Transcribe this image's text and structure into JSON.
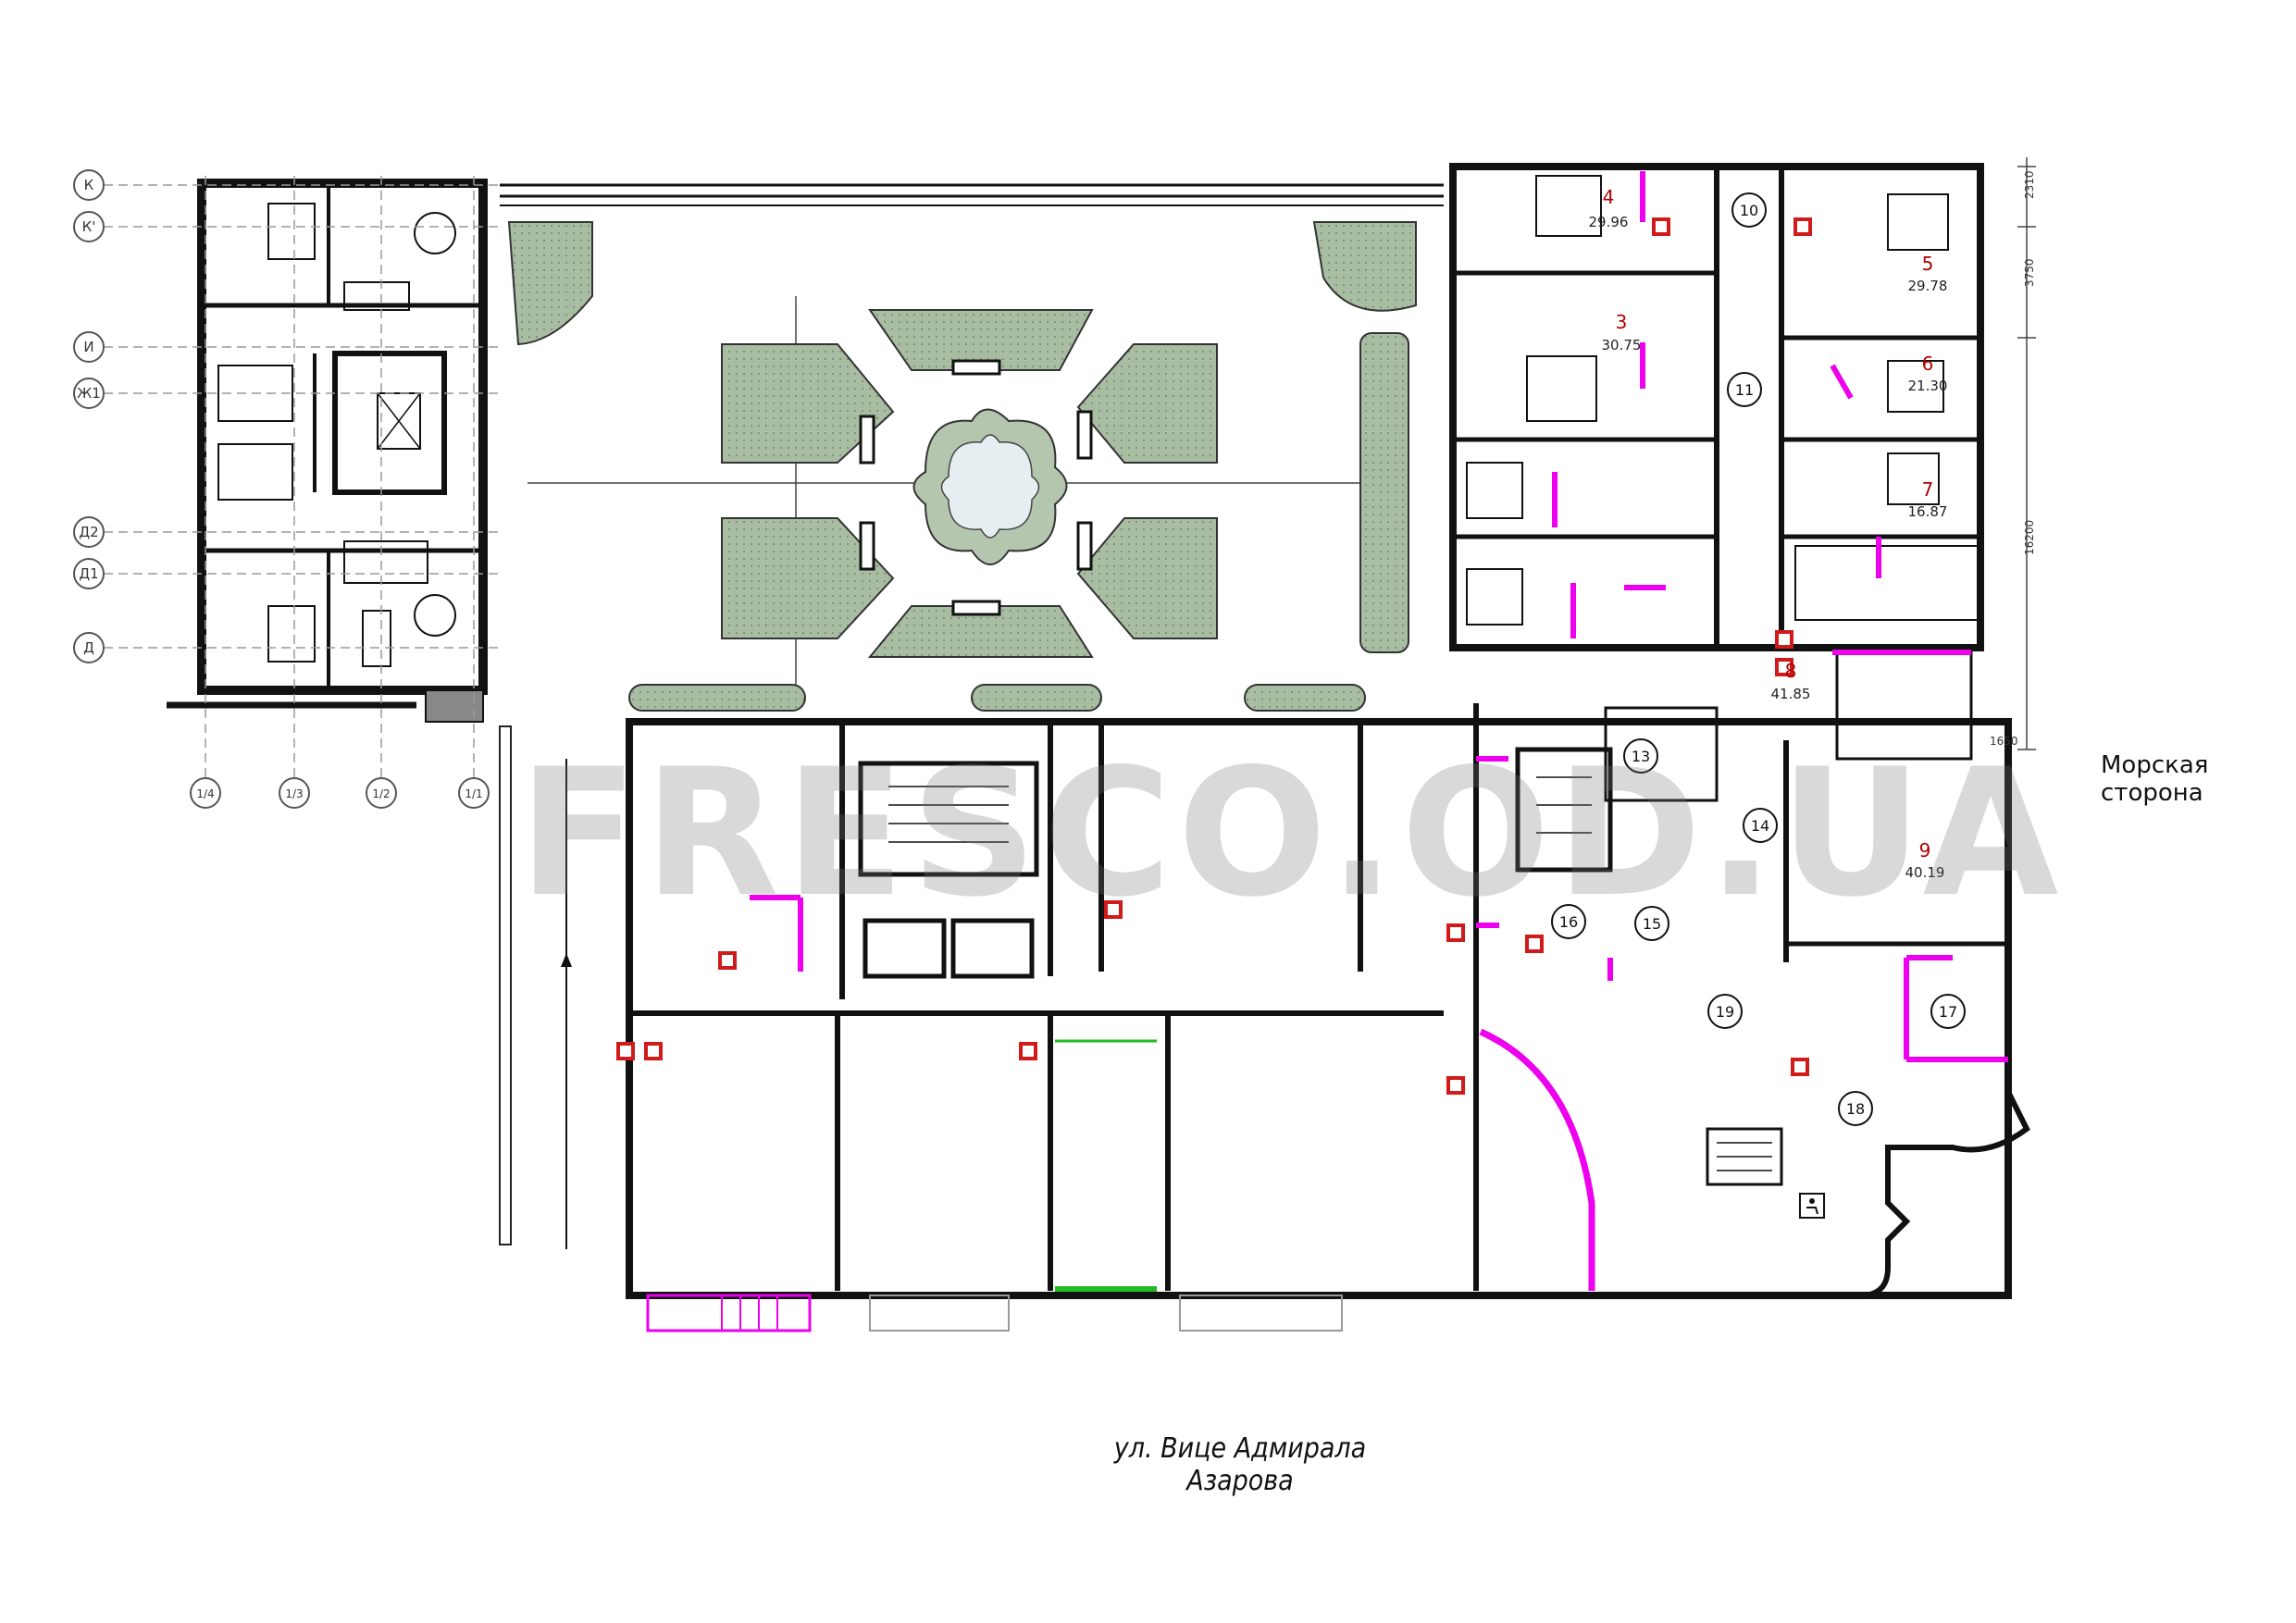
{
  "labels": {
    "street": "ул. Вице Адмирала Азарова",
    "seaside": "Морская сторона",
    "watermark": "FRESCO.OD.UA"
  },
  "axes": {
    "rows": [
      "К",
      "К'",
      "И",
      "Ж1",
      "Д2",
      "Д1",
      "Д"
    ],
    "cols": [
      "1/4",
      "1/3",
      "1/2",
      "1/1"
    ]
  },
  "units": [
    {
      "num": "4",
      "area": "29.96"
    },
    {
      "num": "3",
      "area": "30.75"
    },
    {
      "num": "5",
      "area": "29.78"
    },
    {
      "num": "6",
      "area": "21.30"
    },
    {
      "num": "7",
      "area": "16.87"
    },
    {
      "num": "8",
      "area": "41.85"
    },
    {
      "num": "9",
      "area": "40.19"
    }
  ],
  "circles": [
    "10",
    "11",
    "13",
    "14",
    "15",
    "16",
    "17",
    "18",
    "19"
  ],
  "dims": [
    "2310",
    "3750",
    "16200",
    "1650"
  ],
  "colors": {
    "wall": "#111111",
    "magenta": "#ee00ee",
    "green": "#8fa88a",
    "red": "#d11a1a",
    "stair_green": "#22bb22"
  }
}
